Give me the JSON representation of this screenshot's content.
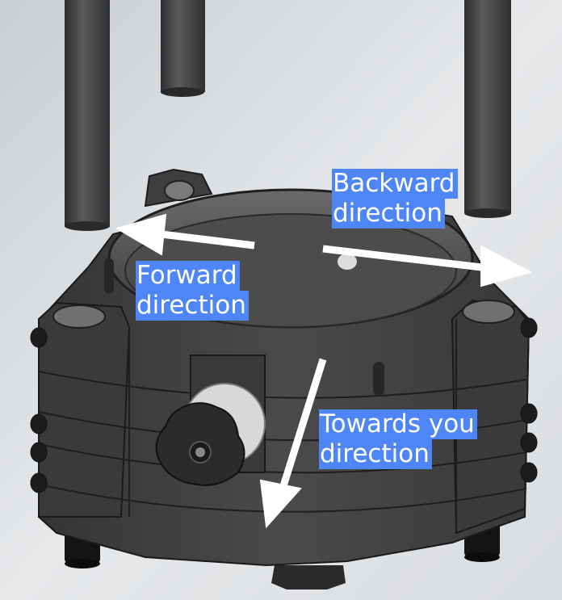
{
  "labels": {
    "backward": [
      "Backward",
      "direction"
    ],
    "forward": [
      "Forward",
      "direction"
    ],
    "towards": [
      "Towards you",
      "direction"
    ]
  },
  "colors": {
    "background": "#e4e6e8",
    "part_body": "#3d3d3d",
    "part_edge": "#1a1a1a",
    "arrow": "#ffffff",
    "label_background": "#4f86f7",
    "label_text": "#ffffff"
  },
  "icons": {
    "knob": "star-knob-icon",
    "bolt": "bolt-head-icon"
  }
}
